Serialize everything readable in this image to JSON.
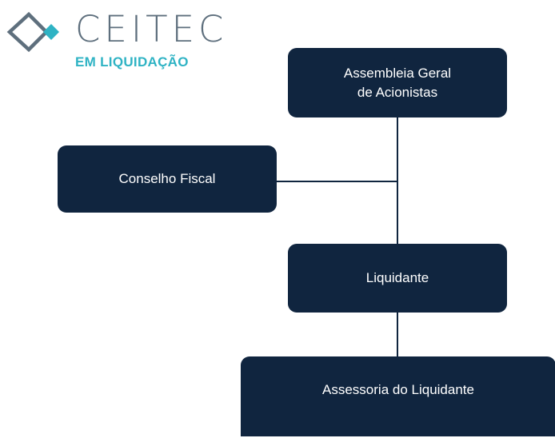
{
  "logo": {
    "name": "CEITEC",
    "subtitle": "EM LIQUIDAÇÃO",
    "colors": {
      "primary": "#5e6f7d",
      "accent": "#2fb3c4"
    }
  },
  "org_chart": {
    "box_color": "#10253f",
    "line_color": "#10253f",
    "nodes": {
      "assembleia": "Assembleia Geral\nde Acionistas",
      "conselho_fiscal": "Conselho Fiscal",
      "liquidante": "Liquidante",
      "assessoria": "Assessoria do Liquidante"
    }
  }
}
